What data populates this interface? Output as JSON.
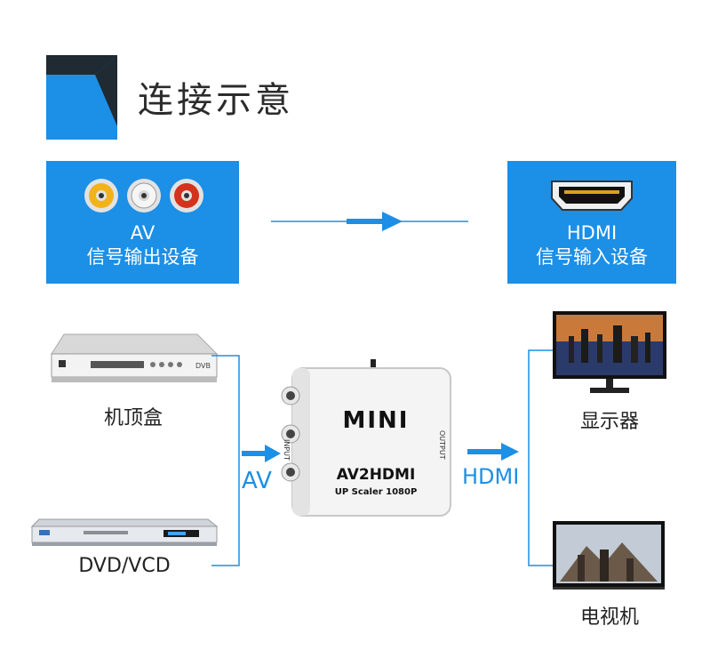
{
  "title": "连接示意",
  "source_box": {
    "line1": "AV",
    "line2": "信号输出设备"
  },
  "target_box": {
    "line1": "HDMI",
    "line2": "信号输入设备"
  },
  "sources": [
    {
      "label": "机顶盒"
    },
    {
      "label": "DVD/VCD"
    }
  ],
  "targets": [
    {
      "label": "显示器"
    },
    {
      "label": "电视机"
    }
  ],
  "input_label": "AV",
  "output_label": "HDMI",
  "converter": {
    "brand": "MINI",
    "model": "AV2HDMI",
    "subtitle": "UP Scaler 1080P",
    "input_port": "INPUT",
    "output_port": "OUTPUT"
  },
  "colors": {
    "accent": "#1c8fe6",
    "dark": "#2b2b2b"
  }
}
